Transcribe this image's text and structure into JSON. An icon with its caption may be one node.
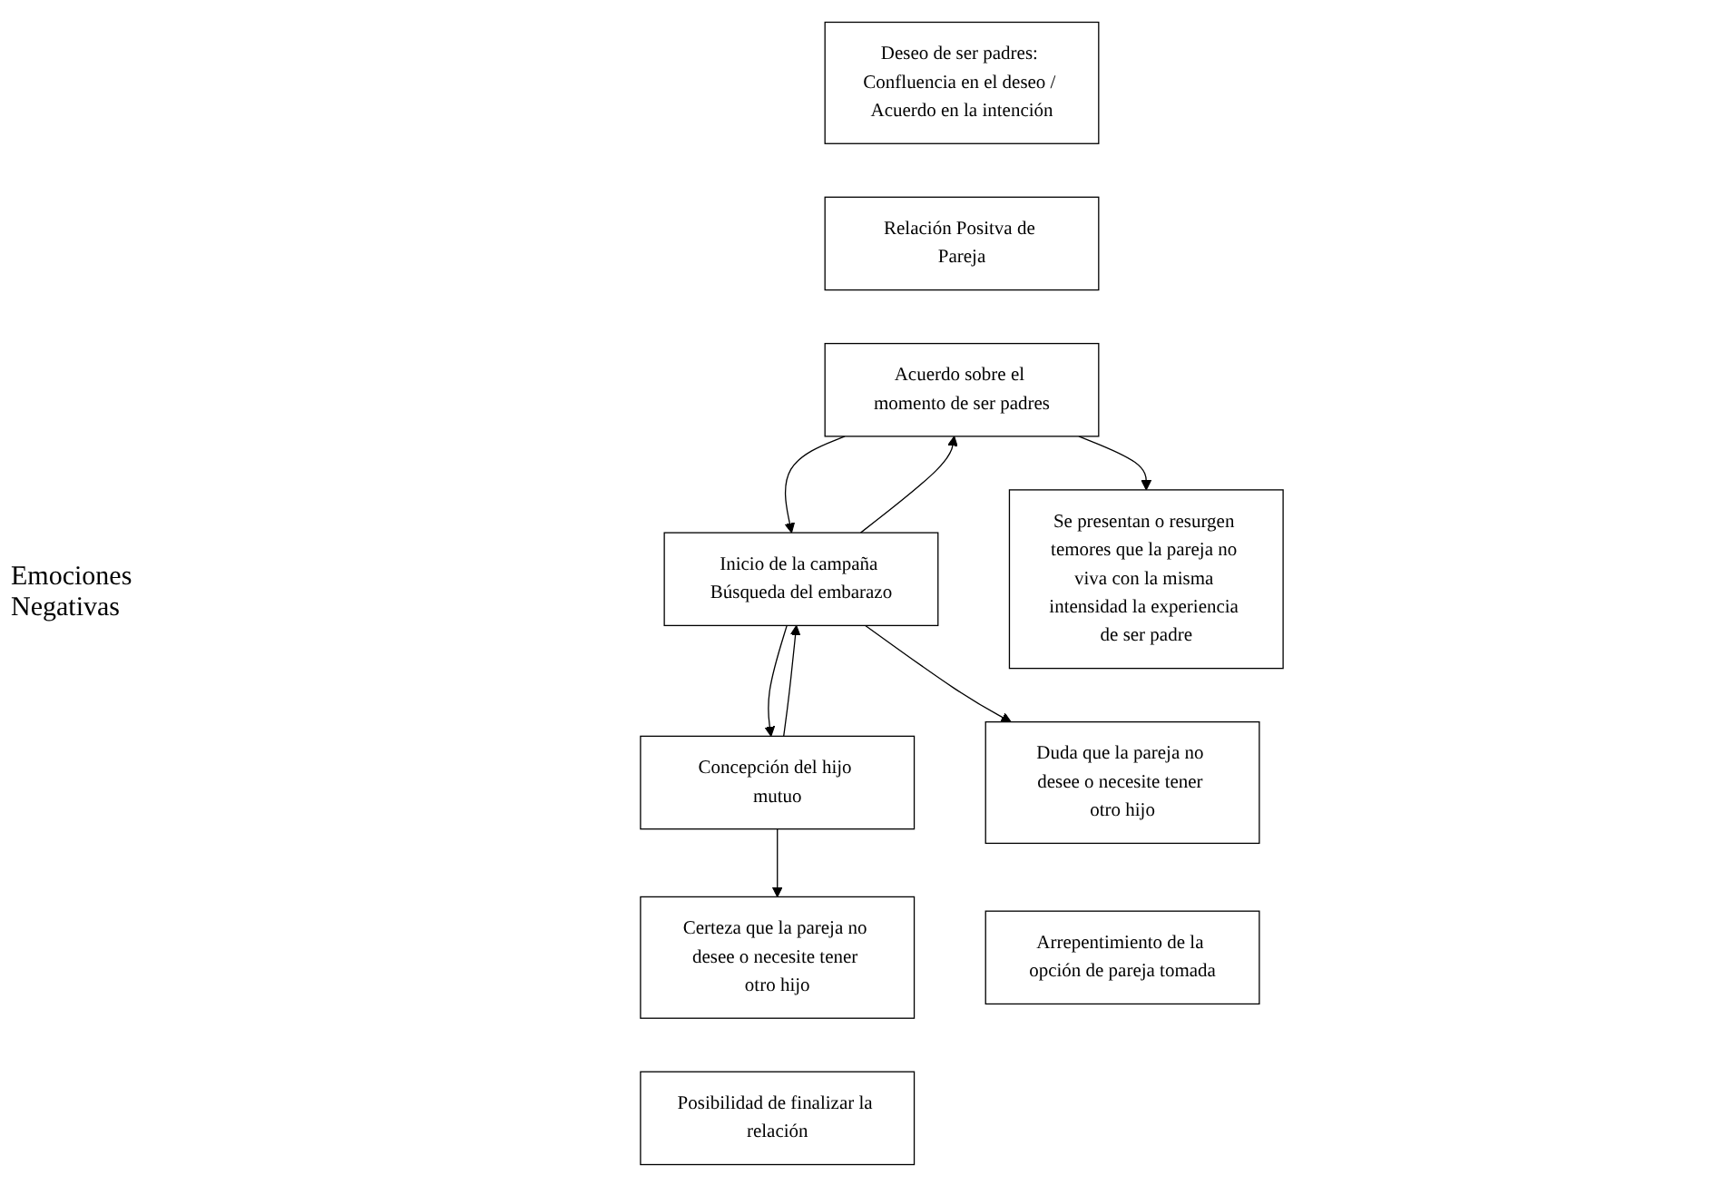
{
  "diagram": {
    "nodes": [
      {
        "text": [
          "Deseo de ser padres: Confluencia en el deseo / Acuerdo en la intención"
        ]
      },
      {
        "text": [
          "Relación Positva de Pareja"
        ]
      },
      {
        "text": [
          "Acuerdo sobre el momento de ser padres"
        ]
      },
      {
        "text": [
          "Inicio de la campaña Búsqueda del embarazo"
        ]
      },
      {
        "text": [
          "Concepción del hijo mutuo"
        ]
      },
      {
        "text": [
          "Se presentan o resurgen temores que la pareja no viva con la misma intensidad la experiencia de ser padre"
        ]
      },
      {
        "text": [
          "Duda que la pareja no desee o necesite tener otro hijo"
        ]
      },
      {
        "text": [
          "Certeza que la pareja no desee o necesite tener otro hijo"
        ]
      },
      {
        "text": [
          "Arrepentimiento de la opción de pareja tomada"
        ]
      },
      {
        "text": [
          "Posibilidad de finalizar la relación"
        ]
      }
    ],
    "edges": [
      {
        "from": 2,
        "to": 3,
        "arrow": "to"
      },
      {
        "from": 3,
        "to": 4,
        "arrow": "to"
      },
      {
        "from": 3,
        "to": 2,
        "arrow": "to"
      },
      {
        "from": 4,
        "to": 3,
        "arrow": "to"
      },
      {
        "from": 2,
        "to": 5,
        "arrow": "to"
      },
      {
        "from": 3,
        "to": 6,
        "arrow": "to"
      },
      {
        "from": 4,
        "to": 7,
        "arrow": "to"
      }
    ],
    "labels": [
      "Emociones Negativas"
    ]
  }
}
